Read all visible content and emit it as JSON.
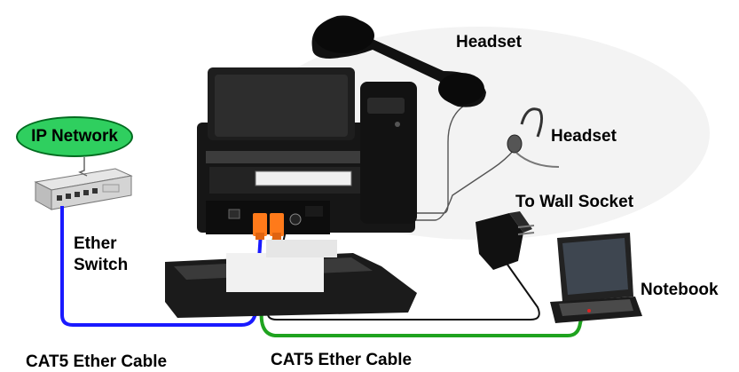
{
  "labels": {
    "ip_network": "IP Network",
    "headset_handset": "Headset",
    "headset_head": "Headset",
    "wall_socket": "To Wall Socket",
    "notebook": "Notebook",
    "ether_switch_line1": "Ether",
    "ether_switch_line2": "Switch",
    "cable_left": "CAT5 Ether Cable",
    "cable_right": "CAT5 Ether Cable"
  },
  "colors": {
    "cable_blue": "#1a1aff",
    "cable_green": "#1fa31f",
    "ip_network_fill": "#2fcf5f",
    "port_orange": "#ff7a1a"
  }
}
